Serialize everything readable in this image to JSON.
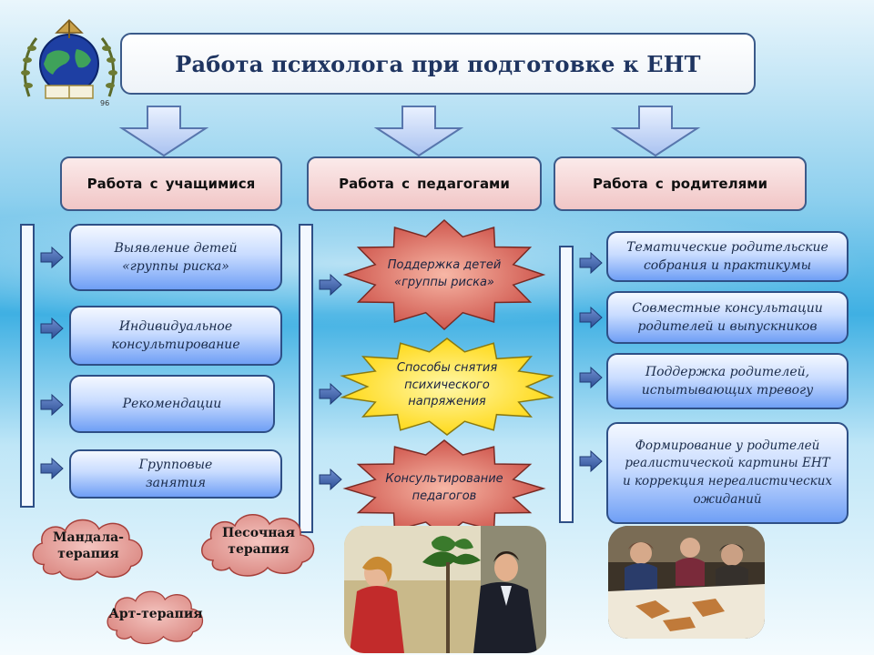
{
  "title": "Работа психолога при подготовке к ЕНТ",
  "logo": {
    "mark": "96"
  },
  "columns": [
    {
      "header": "Работа с учащимися",
      "items": [
        "Выявление детей\n«группы риска»",
        "Индивидуальное\nконсультирование",
        "Рекомендации",
        "Групповые\nзанятия"
      ]
    },
    {
      "header": "Работа с педагогами",
      "items": [
        "Поддержка детей\n«группы риска»",
        "Способы снятия\nпсихического\nнапряжения",
        "Консультирование\nпедагогов"
      ]
    },
    {
      "header": "Работа с родителями",
      "items": [
        "Тематические родительские\nсобрания и практикумы",
        "Совместные консультации\nродителей и выпускников",
        "Поддержка родителей,\nиспытывающих тревогу",
        "Формирование у родителей\nреалистической картины ЕНТ\nи коррекция нереалистических\nожиданий"
      ]
    }
  ],
  "therapies": [
    "Мандала-\nтерапия",
    "Песочная\nтерапия",
    "Арт-терапия"
  ],
  "colors": {
    "accent_dark": "#2e4f86",
    "header_pink": "#f1c6c6",
    "star_red": "#d8584f",
    "star_yellow": "#ffe11a",
    "pill_blue": "#6f9ff5"
  }
}
